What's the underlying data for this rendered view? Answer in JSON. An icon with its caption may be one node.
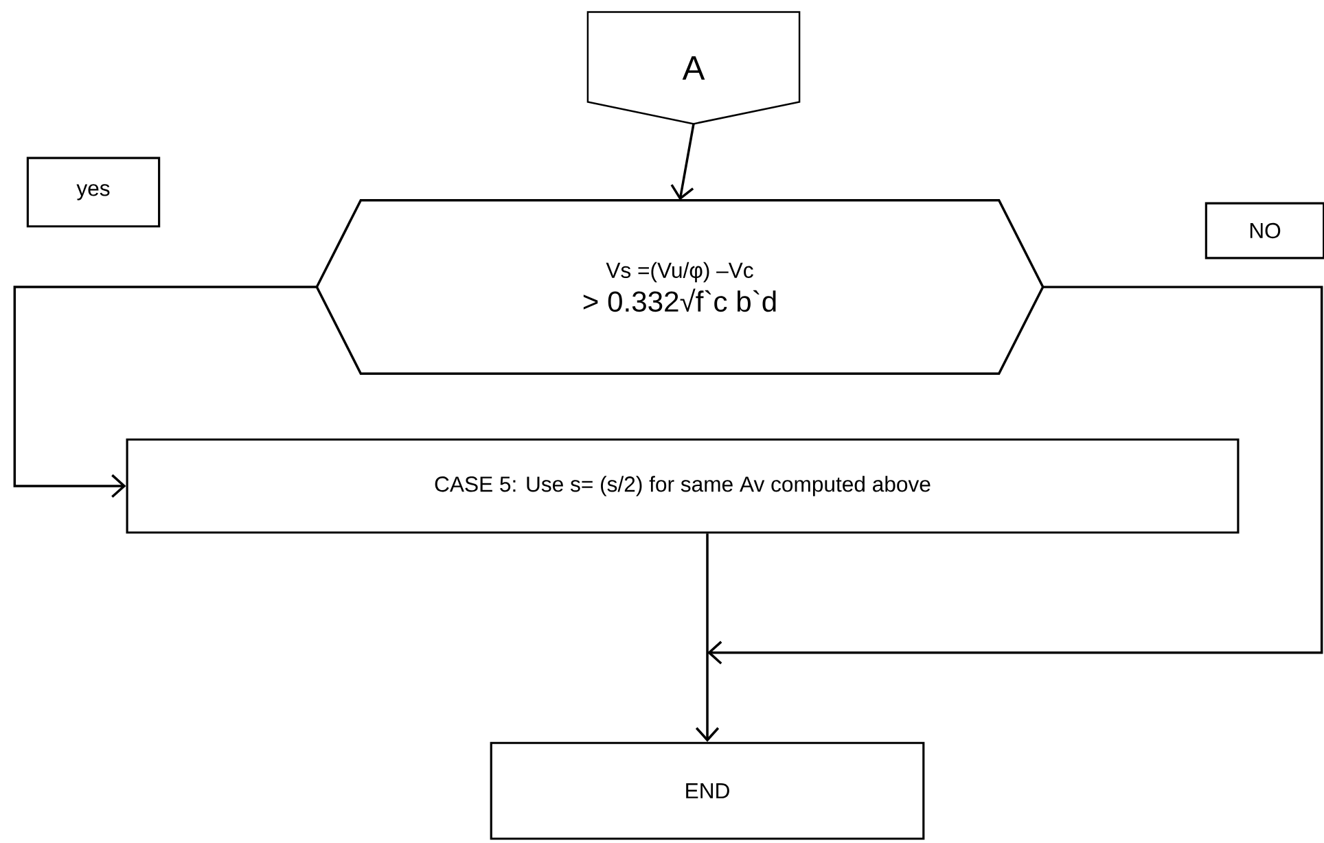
{
  "diagram": {
    "nodes": [
      {
        "text": [
          "A"
        ]
      },
      {
        "text": [
          "Vs =(Vu/φ) –Vc",
          "> 0.332√f`c b`d"
        ]
      },
      {
        "text": [
          "CASE 5: Use s= (s/2) for same Av computed above"
        ]
      },
      {
        "text": [
          "END"
        ]
      },
      {
        "text": [
          "yes"
        ]
      },
      {
        "text": [
          "NO"
        ]
      }
    ],
    "edges": [
      {
        "from": 0,
        "to": 1,
        "arrow": "to"
      },
      {
        "from": 1,
        "to": 2,
        "arrow": "to"
      },
      {
        "from": 2,
        "to": 3,
        "arrow": "to"
      },
      {
        "from": 1,
        "to": 3,
        "arrow": "to"
      }
    ]
  }
}
